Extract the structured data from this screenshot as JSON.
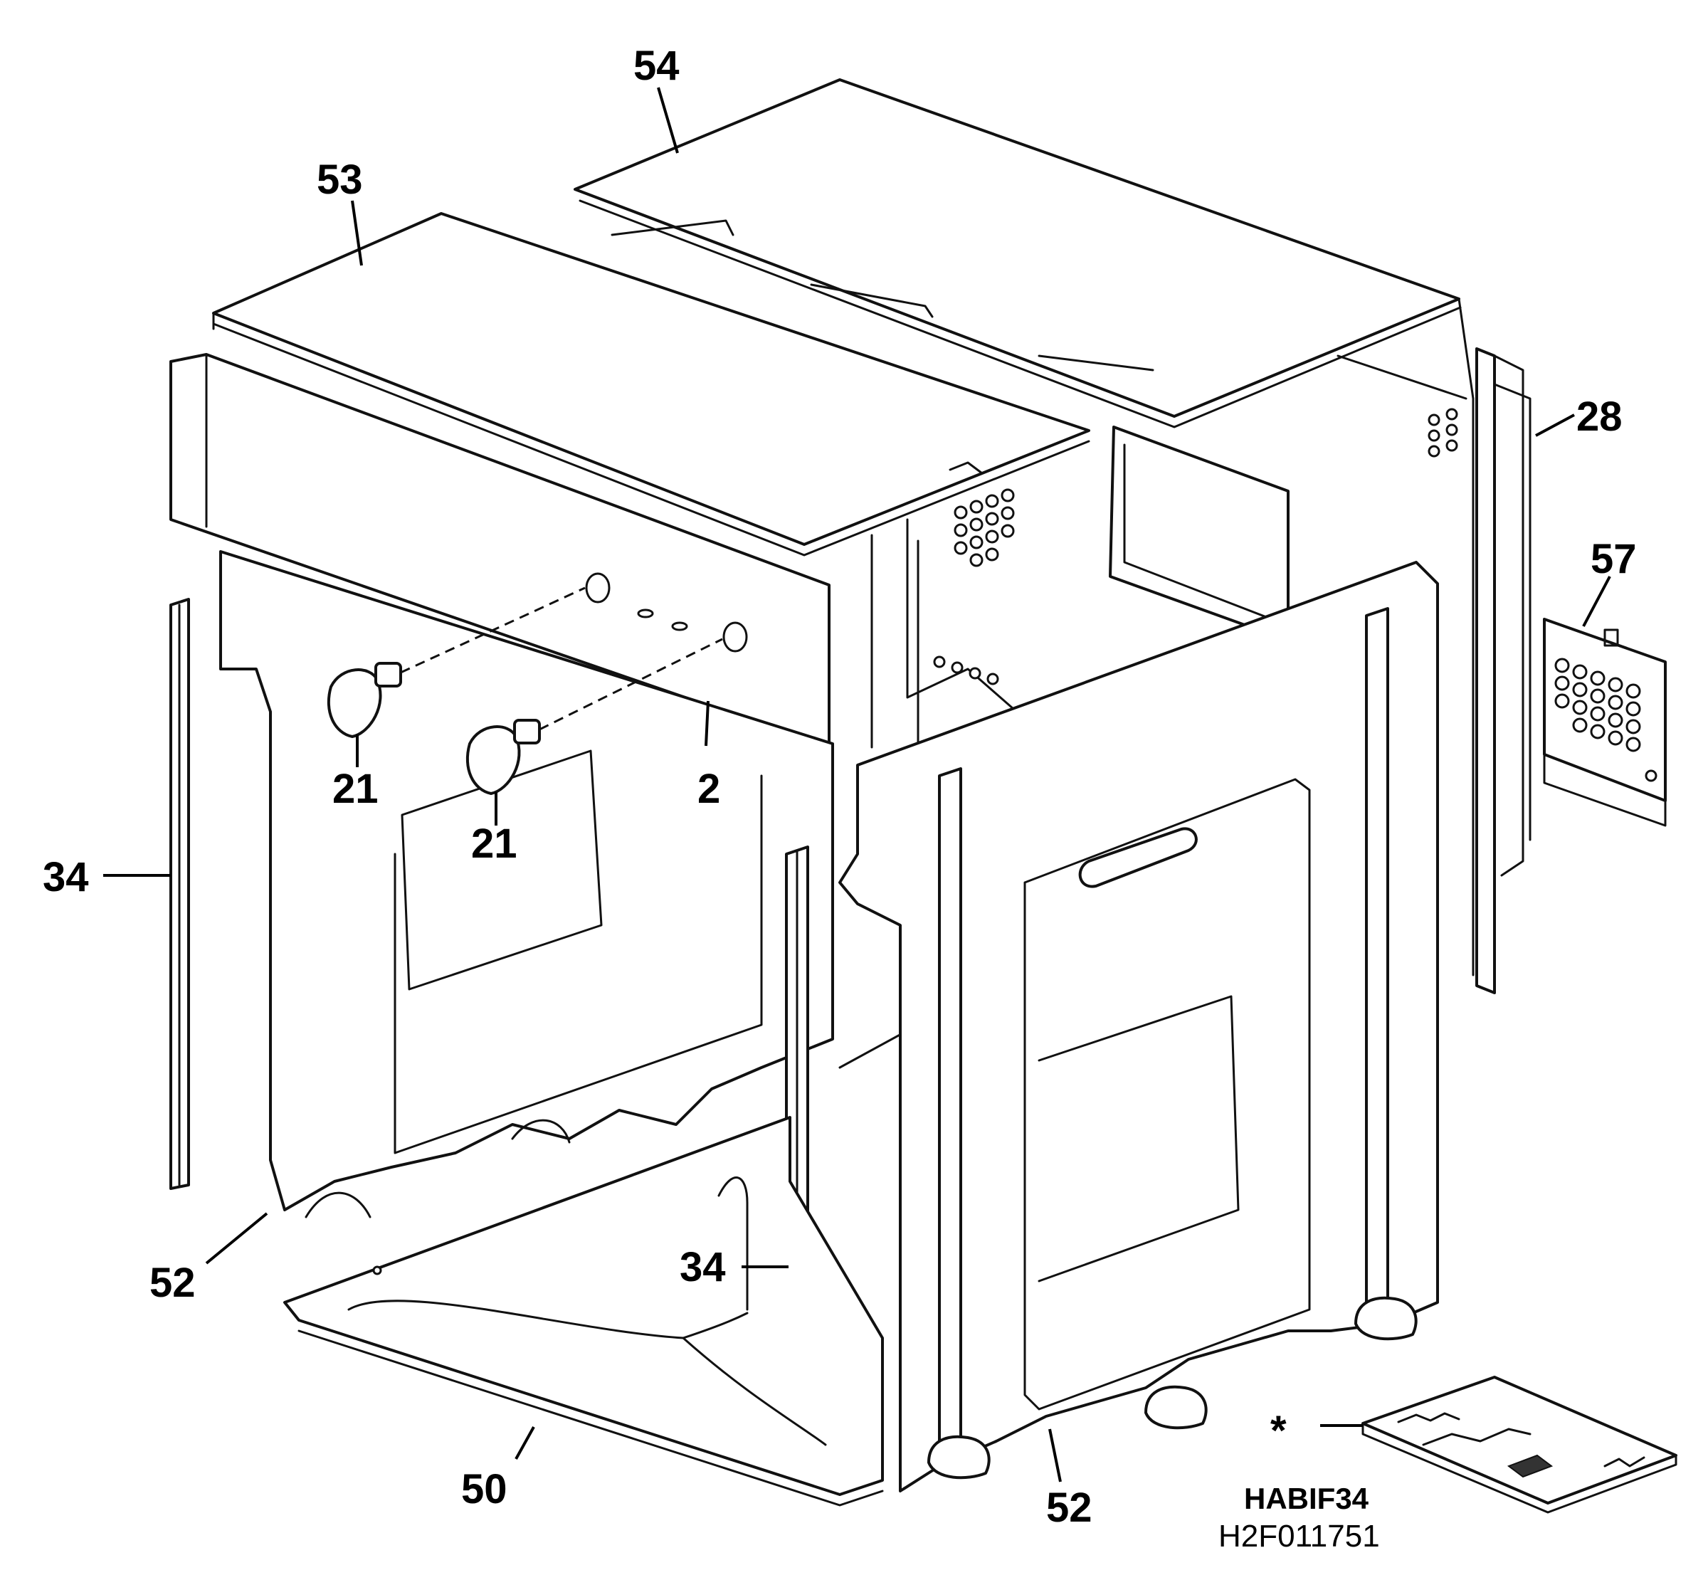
{
  "callouts": {
    "p54": "54",
    "p53": "53",
    "p28": "28",
    "p57": "57",
    "p21a": "21",
    "p21b": "21",
    "p2": "2",
    "p34a": "34",
    "p34b": "34",
    "p52a": "52",
    "p52b": "52",
    "p50": "50",
    "star": "*"
  },
  "drawing_codes": {
    "code1": "HABIF34",
    "code2": "H2F011751"
  }
}
